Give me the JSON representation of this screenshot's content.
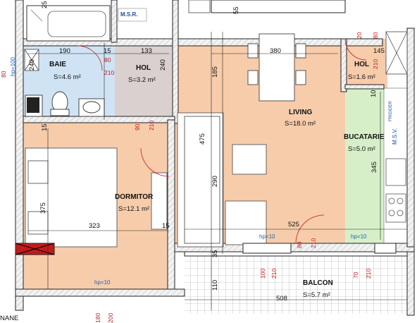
{
  "rooms": {
    "baie": {
      "name": "BAIE",
      "area": "S=4.6 m²",
      "color": "#cfe3f5"
    },
    "hol_left": {
      "name": "HOL",
      "area": "S=3.2 m²",
      "color": "#d9d0cf"
    },
    "living": {
      "name": "LIVING",
      "area": "S=18.0 m²",
      "color": "#f7ccaa"
    },
    "hol_right": {
      "name": "HOL",
      "area": "S=1.6 m²",
      "color": "#f7ccaa"
    },
    "bucatarie": {
      "name": "BUCATARIE",
      "area": "S=5.0 m²",
      "color": "#d7efc9"
    },
    "dormitor": {
      "name": "DORMITOR",
      "area": "S=12.1 m²",
      "color": "#f7ccaa"
    },
    "balcon": {
      "name": "BALCON",
      "area": "S=5.7 m²",
      "color": "#ffffff"
    }
  },
  "labels": {
    "msr": "M.S.R.",
    "msv": "M.S.V.",
    "frigider": "FRIGIDER",
    "plane": "NANE"
  },
  "dimensions": {
    "d190": "190",
    "d15a": "15",
    "d133": "133",
    "d380": "380",
    "d145": "145",
    "d240a": "240",
    "d240b": "240",
    "d185": "185",
    "d475": "475",
    "d290": "290",
    "d345": "345",
    "d375": "375",
    "d323": "323",
    "d15b": "15",
    "d525": "525",
    "d35": "35",
    "d110": "110",
    "d508": "508",
    "d25": "25",
    "d55": "55",
    "d15c": "15",
    "d10": "10"
  },
  "openings": {
    "o80a": "80",
    "o210a": "210",
    "o90": "90",
    "o210b": "210",
    "o20": "20",
    "o80b": "80",
    "o210c": "210",
    "o80c": "80",
    "o210d": "210",
    "o100": "100",
    "o210e": "210",
    "o70": "70",
    "o210f": "210",
    "o180": "180",
    "o200": "200",
    "o80d": "80"
  },
  "heights": {
    "hp_a": "hp=100",
    "hp_b": "hp=10",
    "hp_c": "hp=10",
    "hp_d": "hp=10"
  }
}
